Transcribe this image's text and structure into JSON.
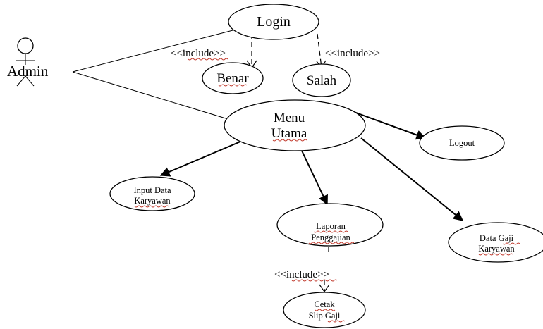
{
  "actor": {
    "label": "Admin"
  },
  "use_cases": {
    "login": {
      "label": "Login"
    },
    "benar": {
      "label": "Benar"
    },
    "salah": {
      "label": "Salah"
    },
    "menu_utama": {
      "line1": "Menu",
      "line2": "Utama"
    },
    "logout": {
      "label": "Logout"
    },
    "input_data": {
      "line1": "Input Data",
      "line2": "Karyawan"
    },
    "laporan": {
      "line1": "Laporan",
      "line2": "Penggajian"
    },
    "data_gaji": {
      "line1": "Data Gaji",
      "line2": "Karyawan"
    },
    "cetak": {
      "line1": "Cetak",
      "line2": "Slip Gaji"
    }
  },
  "relations": {
    "include_benar": "<<include>>",
    "include_salah": "<<include>>",
    "include_cetak": "<<include>>"
  }
}
